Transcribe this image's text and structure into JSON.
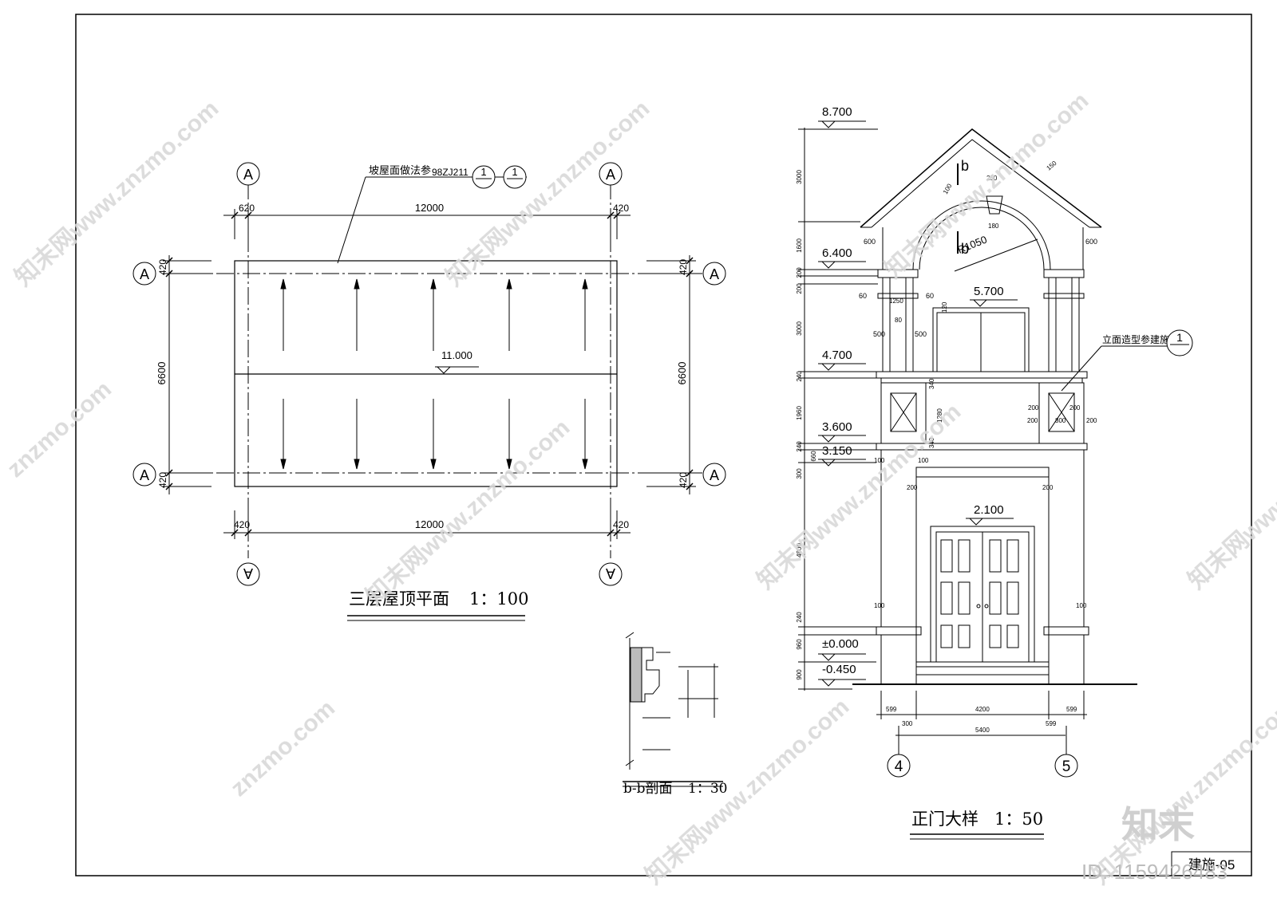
{
  "roof_plan": {
    "title": "三层屋顶平面",
    "scale": "1：100",
    "axis_label": "A",
    "note": "坡屋面做法参",
    "note_ref": "98ZJ211",
    "note_idx1": "1",
    "note_idx2": "1",
    "dims": {
      "top_left": "620",
      "top_total": "12000",
      "top_right": "420",
      "left_top": "420",
      "left_total": "6600",
      "left_bottom": "420",
      "right_top": "420",
      "right_total": "6600",
      "right_bottom": "420",
      "bottom_left": "420",
      "bottom_total": "12000",
      "bottom_right": "420"
    },
    "ridge_level": "11.000"
  },
  "section_bb": {
    "title": "b-b剖面",
    "scale": "1：30"
  },
  "door_elevation": {
    "title": "正门大样",
    "scale": "1：50",
    "levels": {
      "l1": "8.700",
      "l2": "6.400",
      "l3": "5.700",
      "l4": "4.700",
      "l5": "3.600",
      "l6": "3.150",
      "l7": "2.100",
      "l8": "±0.000",
      "l9": "-0.450"
    },
    "left_dims": {
      "d1": "3000",
      "d2": "1600",
      "d3": "200",
      "d4": "200",
      "d5": "3000",
      "d6": "240",
      "d7": "1960",
      "d8": "240",
      "d9": "300",
      "d10": "660",
      "d11": "4800",
      "d12": "240",
      "d13": "960",
      "d14": "900"
    },
    "arch_radius": "R1050",
    "section_mark": "b",
    "detail_dims": {
      "k250": "250",
      "k100": "100",
      "k180": "180",
      "k150": "150",
      "k600a": "600",
      "k600b": "600",
      "k60a": "60",
      "k60b": "60",
      "k1250": "1250",
      "k80": "80",
      "k500a": "500",
      "k500b": "500",
      "k120": "120",
      "k340a": "340",
      "k340b": "340",
      "k1280": "1280",
      "k200a": "200",
      "k200b": "200",
      "k200c": "200",
      "k200d": "200",
      "k800": "800",
      "k100b": "100",
      "k100c": "100",
      "k200e": "200",
      "k200f": "200",
      "k100d": "100",
      "k100e": "100"
    },
    "ref_note": "立面造型参建施",
    "ref_idx": "1",
    "bottom_dims": {
      "b599a": "599",
      "b4200": "4200",
      "b599b": "599",
      "b300": "300",
      "b599c": "599",
      "b5400": "5400"
    },
    "axis_left": "4",
    "axis_right": "5"
  },
  "watermark": {
    "site": "znzmo.com",
    "brand": "知末网www.znzmo.com",
    "logo": "知末",
    "id": "ID: 1159426483",
    "sheet_no": "建施-05"
  }
}
